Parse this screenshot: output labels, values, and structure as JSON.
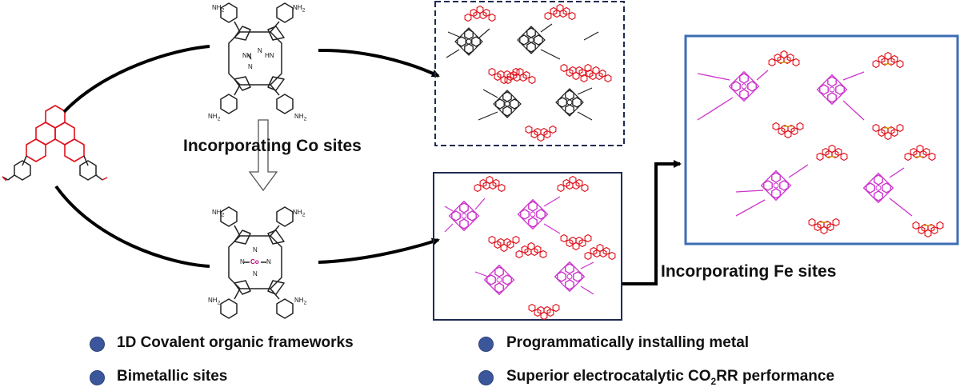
{
  "labels": {
    "co_step": "Incorporating Co sites",
    "fe_step": "Incorporating Fe sites"
  },
  "porphyrin_groups": {
    "amine": "NH",
    "amine_sub": "2",
    "nh": "NH",
    "hn": "HN",
    "n": "N",
    "cobalt": "Co"
  },
  "bullets": [
    {
      "text": "1D Covalent organic frameworks"
    },
    {
      "text": "Programmatically installing metal"
    },
    {
      "text": "Bimetallic sites"
    },
    {
      "text_before": "Superior electrocatalytic CO",
      "text_sub": "2",
      "text_after": "RR performance"
    }
  ],
  "colors": {
    "linker": "#e0101a",
    "porphyrin_free": "#222222",
    "porphyrin_metal": "#cc33cc",
    "box_dashed": "#1f2a52",
    "box_solid": "#1f2a52",
    "box_fe": "#3d6db3",
    "bullet": "#3b569a"
  }
}
